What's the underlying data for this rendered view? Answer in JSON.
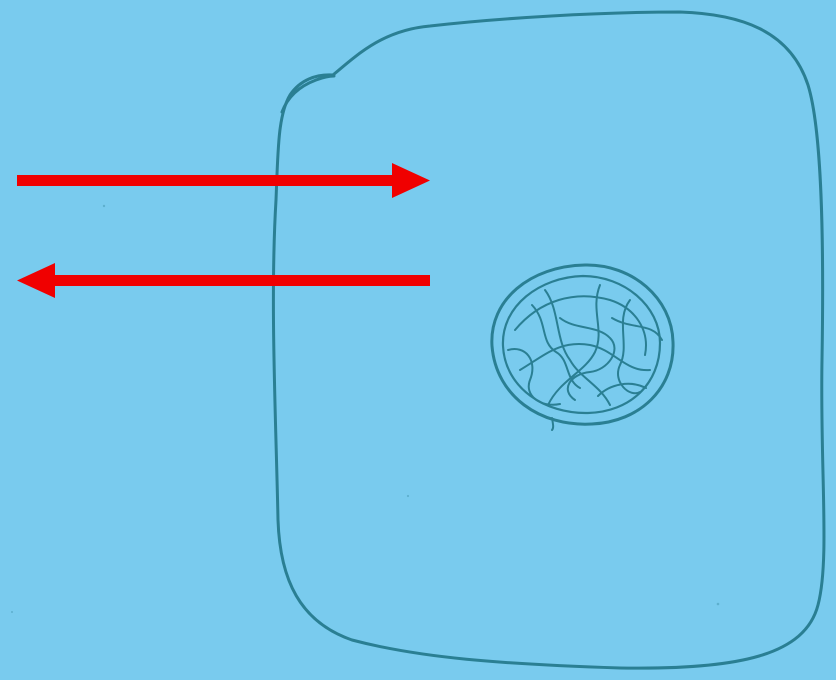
{
  "colors": {
    "background": "#79CBEE",
    "cell_outline": "#2A7F93",
    "arrow": "#F00000"
  },
  "diagram": {
    "kind": "hand-drawn cell with nucleus",
    "labels": [],
    "arrows": [
      {
        "direction": "right",
        "meaning": "inward"
      },
      {
        "direction": "left",
        "meaning": "outward"
      }
    ]
  }
}
